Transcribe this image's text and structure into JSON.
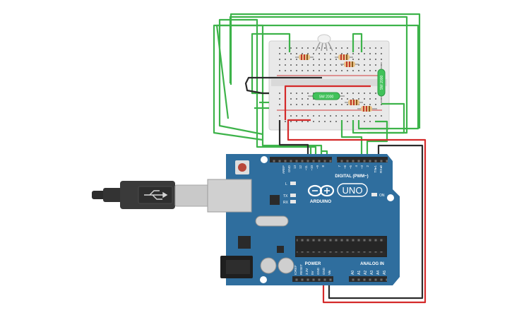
{
  "board": {
    "brand": "ARDUINO",
    "model": "UNO",
    "on_label": "ON",
    "led_l": "L",
    "led_tx": "TX",
    "led_rx": "RX",
    "digital_label": "DIGITAL (PWM~)",
    "power_label": "POWER",
    "analog_label": "ANALOG IN",
    "top_pins": [
      "AREF",
      "GND",
      "13",
      "12",
      "~11",
      "~10",
      "~9",
      "8",
      "7",
      "~6",
      "~5",
      "4",
      "~3",
      "2",
      "TX▸1",
      "RX◂0"
    ],
    "power_pins": [
      "IOREF",
      "RESET",
      "3.3V",
      "5V",
      "GND",
      "GND",
      "Vin"
    ],
    "analog_pins": [
      "A0",
      "A1",
      "A2",
      "A3",
      "A4",
      "A5"
    ]
  },
  "components": {
    "switch_center_label": "SW 2000",
    "switch_right_label": "SW 2000"
  },
  "colors": {
    "green_wire": "#3db34a",
    "red_wire": "#d42a2a",
    "black_wire": "#2b2b2b",
    "board_blue": "#2f6e9e",
    "breadboard": "#e9e9e9",
    "switch_green": "#41c25a"
  }
}
